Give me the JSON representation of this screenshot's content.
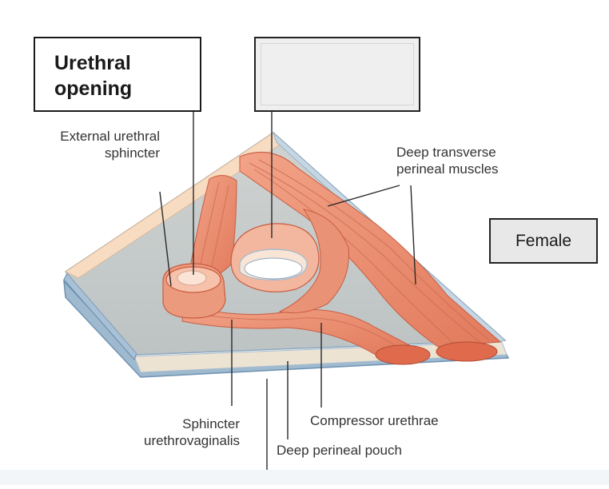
{
  "boxes": {
    "urethral_opening": [
      "Urethral",
      "opening"
    ],
    "blank": "",
    "female": "Female"
  },
  "labels": {
    "external_urethral_sphincter": [
      "External urethral",
      "sphincter"
    ],
    "deep_transverse_perineal": [
      "Deep transverse",
      "perineal muscles"
    ],
    "sphincter_urethrovaginalis": [
      "Sphincter",
      "urethrovaginalis"
    ],
    "compressor_urethrae": "Compressor urethrae",
    "deep_perineal_pouch": "Deep perineal pouch"
  },
  "colors": {
    "muscle": "#e8866a",
    "muscle_dark": "#cf6447",
    "membrane_gray": "#c9cdcc",
    "membrane_edge_blue": "#8fb0cc",
    "skin_edge": "#f6dcc0",
    "leader_line": "#2a2a2a"
  }
}
